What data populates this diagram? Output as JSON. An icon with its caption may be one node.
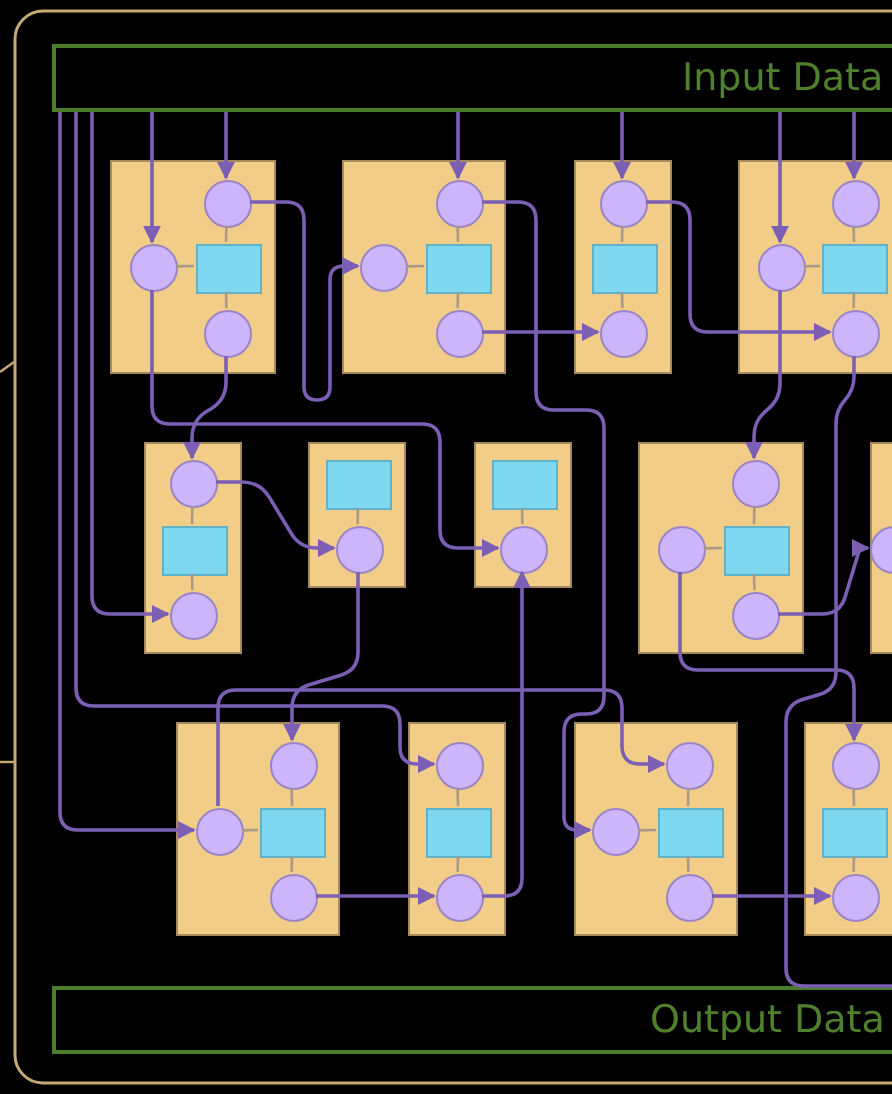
{
  "diagram": {
    "nodes": [
      {
        "text": [
          "Input Data"
        ]
      },
      {
        "text": [],
        "shape": "box"
      },
      {
        "text": [],
        "shape": "circle",
        "in": 1
      },
      {
        "text": [],
        "shape": "circle",
        "in": 1
      },
      {
        "text": [],
        "shape": "box",
        "in": 1
      },
      {
        "text": [],
        "shape": "circle",
        "in": 1
      },
      {
        "text": [],
        "shape": "box"
      },
      {
        "text": [],
        "shape": "circle",
        "in": 6
      },
      {
        "text": [],
        "shape": "circle",
        "in": 6
      },
      {
        "text": [],
        "shape": "box",
        "in": 6
      },
      {
        "text": [],
        "shape": "circle",
        "in": 6
      },
      {
        "text": [],
        "shape": "box"
      },
      {
        "text": [],
        "shape": "circle",
        "in": 11
      },
      {
        "text": [],
        "shape": "box",
        "in": 11
      },
      {
        "text": [],
        "shape": "circle",
        "in": 11
      },
      {
        "text": [],
        "shape": "box"
      },
      {
        "text": [],
        "shape": "circle",
        "in": 15
      },
      {
        "text": [],
        "shape": "circle",
        "in": 15
      },
      {
        "text": [],
        "shape": "box",
        "in": 15
      },
      {
        "text": [],
        "shape": "circle",
        "in": 15
      },
      {
        "text": [],
        "shape": "box"
      },
      {
        "text": [],
        "shape": "circle",
        "in": 20
      },
      {
        "text": [],
        "shape": "box",
        "in": 20
      },
      {
        "text": [],
        "shape": "circle",
        "in": 20
      },
      {
        "text": [],
        "shape": "box"
      },
      {
        "text": [],
        "shape": "box",
        "in": 24
      },
      {
        "text": [],
        "shape": "circle",
        "in": 24
      },
      {
        "text": [],
        "shape": "box"
      },
      {
        "text": [],
        "shape": "box",
        "in": 27
      },
      {
        "text": [],
        "shape": "circle",
        "in": 27
      },
      {
        "text": [],
        "shape": "box"
      },
      {
        "text": [],
        "shape": "circle",
        "in": 30
      },
      {
        "text": [],
        "shape": "circle",
        "in": 30
      },
      {
        "text": [],
        "shape": "box",
        "in": 30
      },
      {
        "text": [],
        "shape": "circle",
        "in": 30
      },
      {
        "text": [],
        "shape": "box"
      },
      {
        "text": [],
        "shape": "circle",
        "in": 35
      },
      {
        "text": [],
        "shape": "box"
      },
      {
        "text": [],
        "shape": "circle",
        "in": 37
      },
      {
        "text": [],
        "shape": "circle",
        "in": 37
      },
      {
        "text": [],
        "shape": "box",
        "in": 37
      },
      {
        "text": [],
        "shape": "circle",
        "in": 37
      },
      {
        "text": [],
        "shape": "box"
      },
      {
        "text": [],
        "shape": "circle",
        "in": 42
      },
      {
        "text": [],
        "shape": "box",
        "in": 42
      },
      {
        "text": [],
        "shape": "circle",
        "in": 42
      },
      {
        "text": [],
        "shape": "box"
      },
      {
        "text": [],
        "shape": "circle",
        "in": 46
      },
      {
        "text": [],
        "shape": "circle",
        "in": 46
      },
      {
        "text": [],
        "shape": "box",
        "in": 46
      },
      {
        "text": [],
        "shape": "circle",
        "in": 46
      },
      {
        "text": [],
        "shape": "box"
      },
      {
        "text": [],
        "shape": "circle",
        "in": 51
      },
      {
        "text": [],
        "shape": "box",
        "in": 51
      },
      {
        "text": [],
        "shape": "circle",
        "in": 51
      },
      {
        "text": [
          "Output Data"
        ]
      }
    ],
    "edges": [
      {
        "from": 0,
        "to": 3,
        "arrow": "to",
        "color": "#7b5fb5"
      },
      {
        "from": 0,
        "to": 2,
        "arrow": "to",
        "color": "#7b5fb5"
      },
      {
        "from": 0,
        "to": 7,
        "arrow": "to",
        "color": "#7b5fb5"
      },
      {
        "from": 0,
        "to": 12,
        "arrow": "to",
        "color": "#7b5fb5"
      },
      {
        "from": 0,
        "to": 17,
        "arrow": "to",
        "color": "#7b5fb5"
      },
      {
        "from": 0,
        "to": 16,
        "arrow": "to",
        "color": "#7b5fb5"
      },
      {
        "from": 0,
        "to": 23,
        "arrow": "to",
        "color": "#7b5fb5"
      },
      {
        "from": 0,
        "to": 43,
        "arrow": "to",
        "color": "#7b5fb5"
      },
      {
        "from": 0,
        "to": 39,
        "arrow": "to",
        "color": "#7b5fb5"
      },
      {
        "from": 5,
        "to": 21,
        "arrow": "to",
        "color": "#7b5fb5"
      },
      {
        "from": 2,
        "to": 8,
        "arrow": "to",
        "color": "#7b5fb5"
      },
      {
        "from": 10,
        "to": 14,
        "arrow": "to",
        "color": "#7b5fb5"
      },
      {
        "from": 12,
        "to": 19,
        "arrow": "to",
        "color": "#7b5fb5"
      },
      {
        "from": 21,
        "to": 26,
        "arrow": "to",
        "color": "#7b5fb5"
      },
      {
        "from": 26,
        "to": 38,
        "arrow": "to",
        "color": "#7b5fb5"
      },
      {
        "from": 45,
        "to": 29,
        "arrow": "to",
        "color": "#7b5fb5"
      },
      {
        "from": 3,
        "to": 29,
        "arrow": "to",
        "color": "#7b5fb5"
      },
      {
        "from": 17,
        "to": 31,
        "arrow": "to",
        "color": "#7b5fb5"
      },
      {
        "from": 34,
        "to": 36,
        "arrow": "to",
        "color": "#7b5fb5"
      },
      {
        "from": 32,
        "to": 52,
        "arrow": "to",
        "color": "#7b5fb5"
      },
      {
        "from": 41,
        "to": 45,
        "arrow": "to",
        "color": "#7b5fb5"
      },
      {
        "from": 50,
        "to": 54,
        "arrow": "to",
        "color": "#7b5fb5"
      },
      {
        "from": 39,
        "to": 47,
        "arrow": "to",
        "color": "#7b5fb5"
      },
      {
        "from": 7,
        "to": 48,
        "arrow": "to",
        "color": "#7b5fb5"
      },
      {
        "from": 19,
        "to": 55,
        "arrow": "to",
        "color": "#7b5fb5"
      },
      {
        "from": 2,
        "to": 4,
        "arrow": "none"
      },
      {
        "from": 3,
        "to": 4,
        "arrow": "none"
      },
      {
        "from": 4,
        "to": 5,
        "arrow": "none"
      },
      {
        "from": 7,
        "to": 9,
        "arrow": "none"
      },
      {
        "from": 8,
        "to": 9,
        "arrow": "none"
      },
      {
        "from": 9,
        "to": 10,
        "arrow": "none"
      },
      {
        "from": 12,
        "to": 13,
        "arrow": "none"
      },
      {
        "from": 13,
        "to": 14,
        "arrow": "none"
      },
      {
        "from": 16,
        "to": 18,
        "arrow": "none"
      },
      {
        "from": 17,
        "to": 18,
        "arrow": "none"
      },
      {
        "from": 18,
        "to": 19,
        "arrow": "none"
      },
      {
        "from": 21,
        "to": 22,
        "arrow": "none"
      },
      {
        "from": 22,
        "to": 23,
        "arrow": "none"
      },
      {
        "from": 25,
        "to": 26,
        "arrow": "none"
      },
      {
        "from": 28,
        "to": 29,
        "arrow": "none"
      },
      {
        "from": 31,
        "to": 33,
        "arrow": "none"
      },
      {
        "from": 32,
        "to": 33,
        "arrow": "none"
      },
      {
        "from": 33,
        "to": 34,
        "arrow": "none"
      },
      {
        "from": 38,
        "to": 40,
        "arrow": "none"
      },
      {
        "from": 39,
        "to": 40,
        "arrow": "none"
      },
      {
        "from": 40,
        "to": 41,
        "arrow": "none"
      },
      {
        "from": 43,
        "to": 44,
        "arrow": "none"
      },
      {
        "from": 44,
        "to": 45,
        "arrow": "none"
      },
      {
        "from": 47,
        "to": 49,
        "arrow": "none"
      },
      {
        "from": 48,
        "to": 49,
        "arrow": "none"
      },
      {
        "from": 49,
        "to": 50,
        "arrow": "none"
      },
      {
        "from": 52,
        "to": 53,
        "arrow": "none"
      },
      {
        "from": 53,
        "to": 54,
        "arrow": "none"
      }
    ]
  }
}
